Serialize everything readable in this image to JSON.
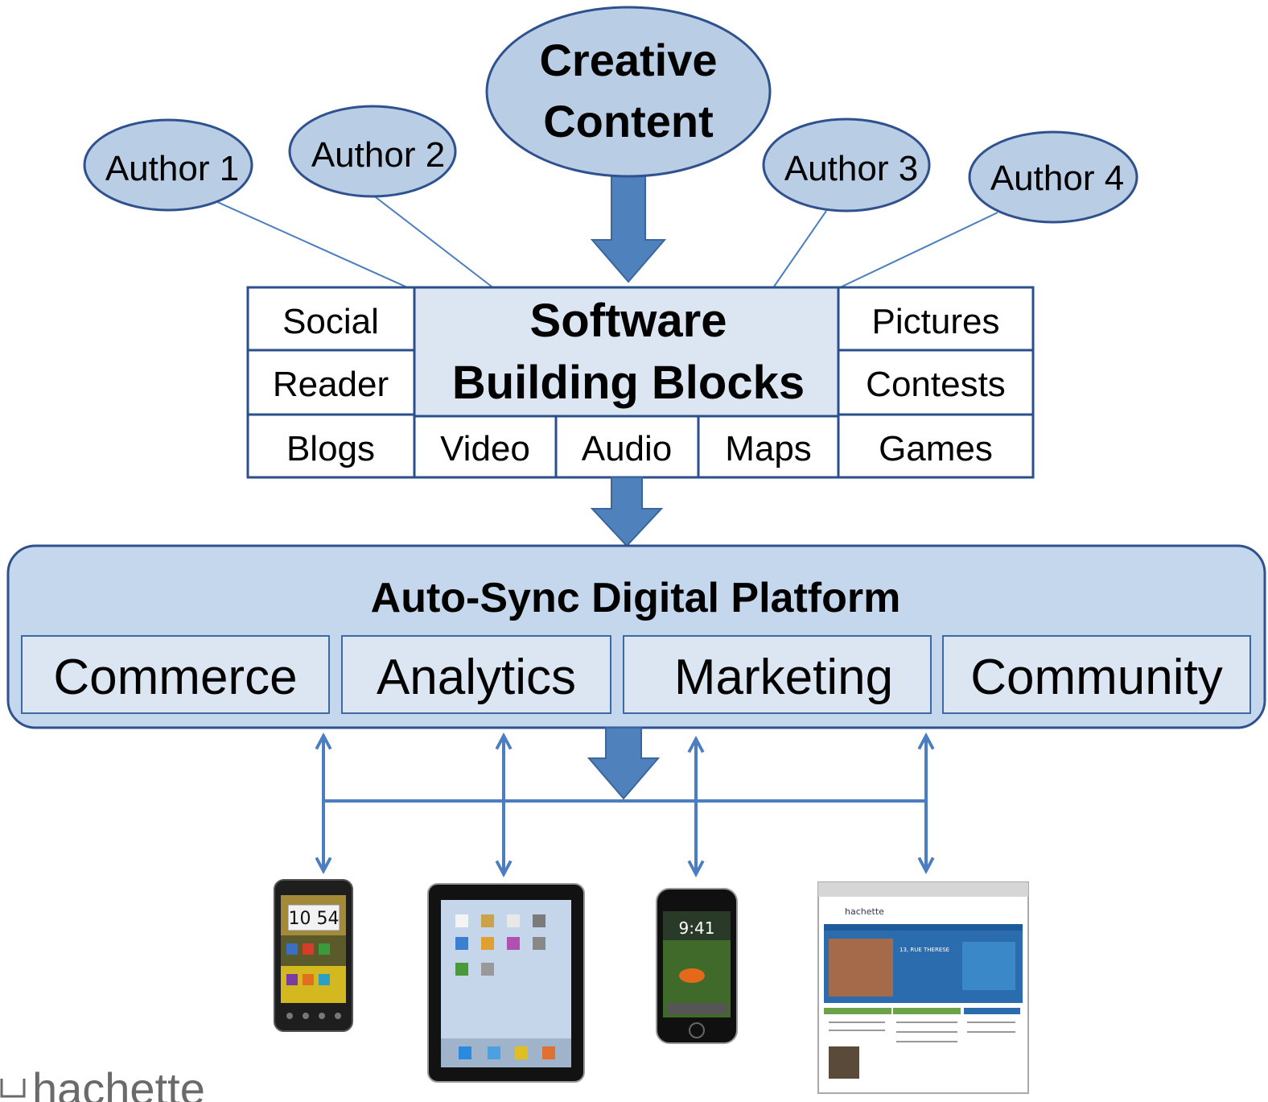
{
  "creative": {
    "line1": "Creative",
    "line2": "Content"
  },
  "authors": [
    "Author 1",
    "Author 2",
    "Author 3",
    "Author 4"
  ],
  "blocks": {
    "core_line1": "Software",
    "core_line2": "Building Blocks",
    "social": "Social",
    "reader": "Reader",
    "blogs": "Blogs",
    "video": "Video",
    "audio": "Audio",
    "maps": "Maps",
    "pictures": "Pictures",
    "contests": "Contests",
    "games": "Games"
  },
  "platform": {
    "title": "Auto-Sync Digital Platform",
    "modules": [
      "Commerce",
      "Analytics",
      "Marketing",
      "Community"
    ]
  },
  "devices": {
    "phone_time": "10 54",
    "ipod_time": "9:41",
    "site_logo": "hachette",
    "site_heading": "13, RUE THERESE"
  },
  "logo": {
    "text": "hachette"
  },
  "colors": {
    "node_fill": "#b9cde5",
    "core_fill": "#dce6f2",
    "accent": "#4f81bd",
    "border": "#2f528f"
  }
}
